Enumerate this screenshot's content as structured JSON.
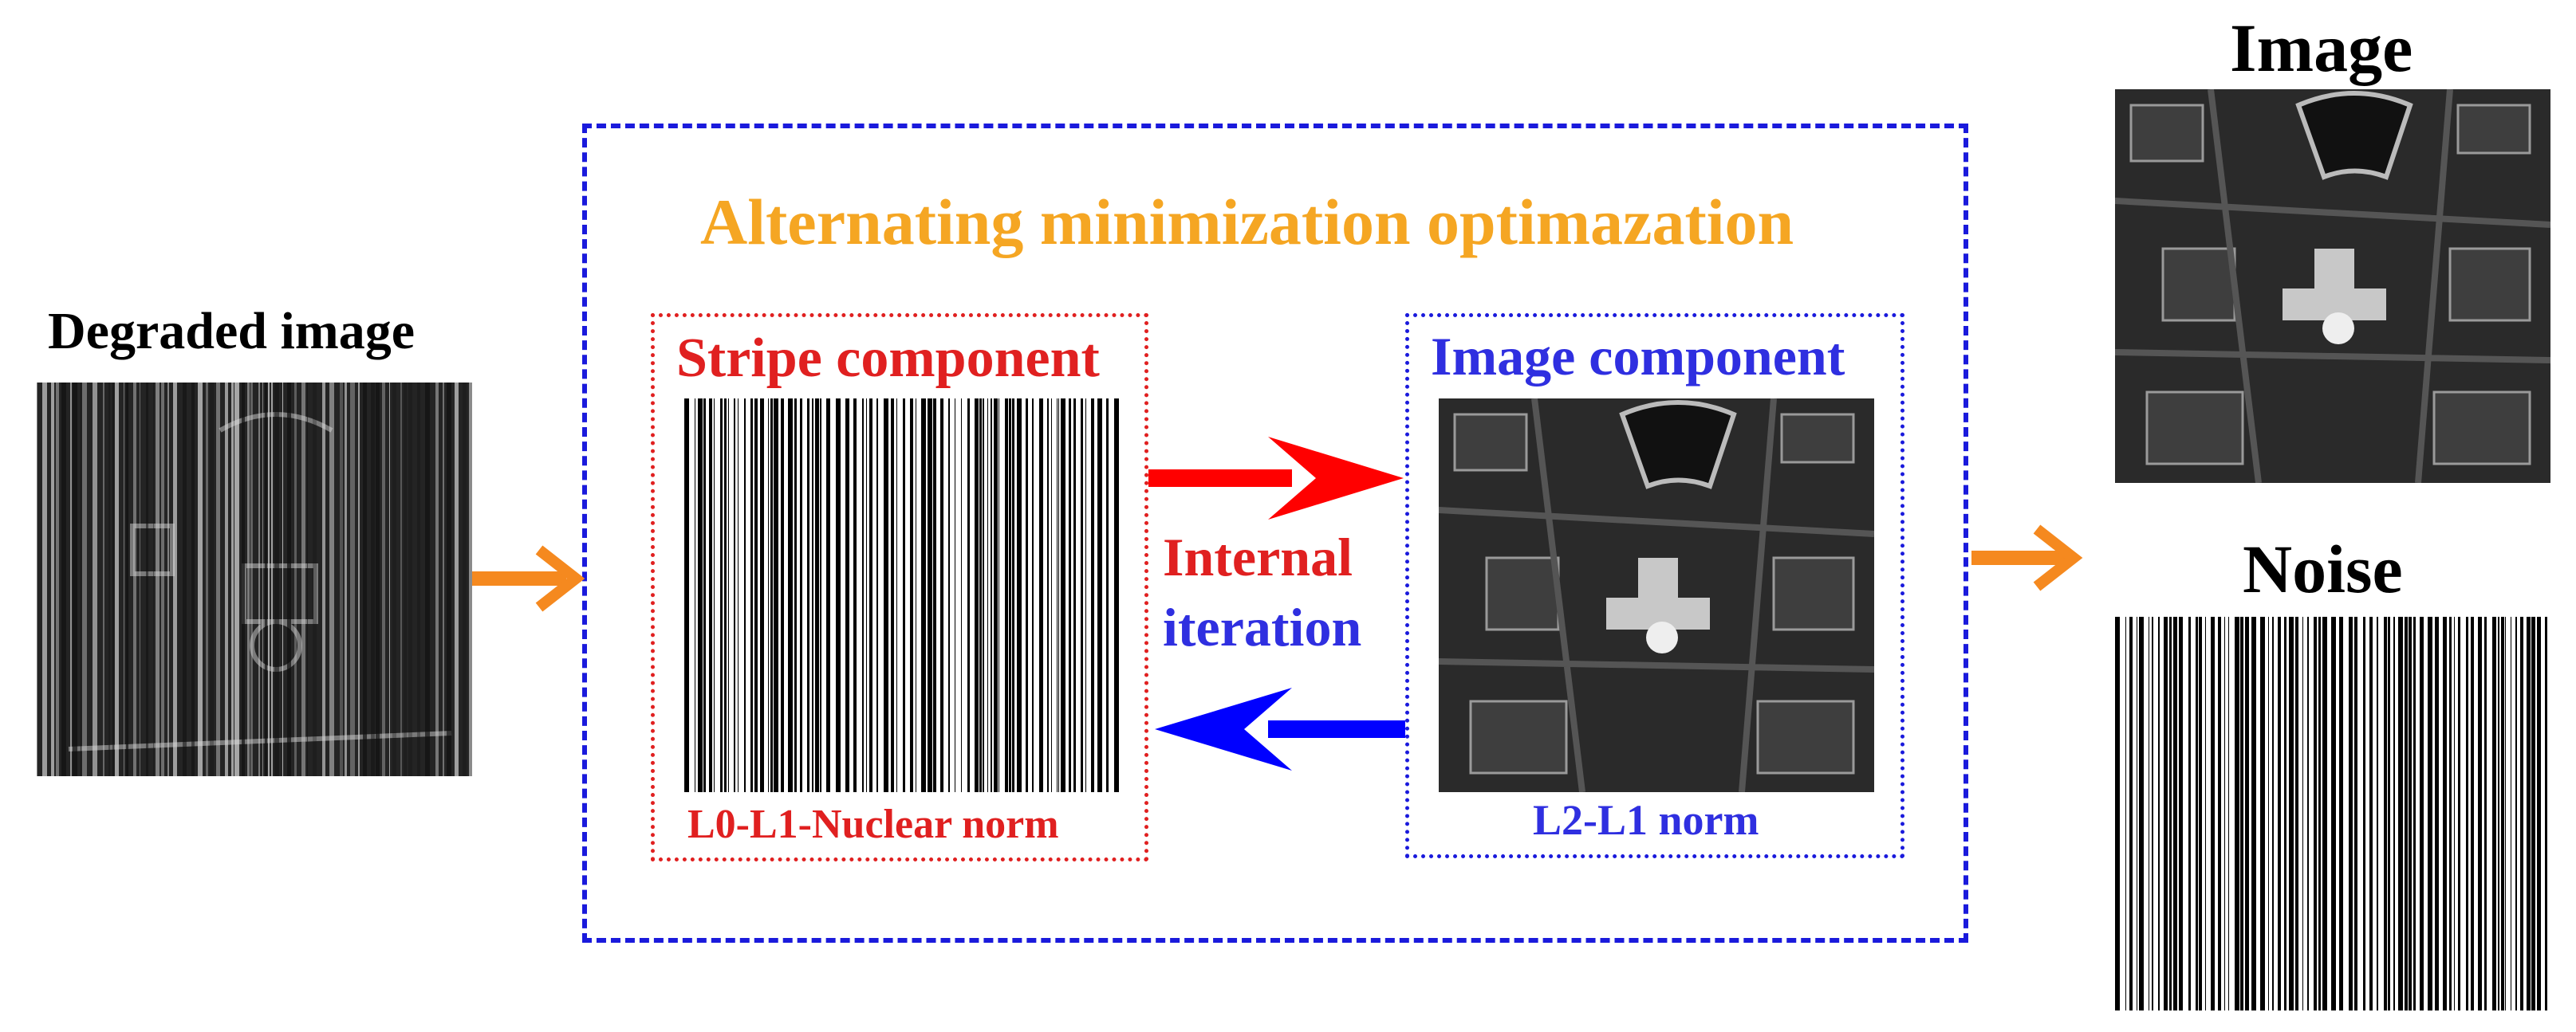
{
  "labels": {
    "degraded_image": "Degraded image",
    "title": "Alternating minimization optimazation",
    "stripe_component": "Stripe component",
    "image_component": "Image component",
    "stripe_norm": "L0-L1-Nuclear norm",
    "image_norm": "L2-L1 norm",
    "internal": "Internal",
    "iteration": "iteration",
    "output_image": "Image",
    "output_noise": "Noise"
  },
  "colors": {
    "title": "#f5a623",
    "stripe": "#e02020",
    "image": "#2f2fe0",
    "dashed_box": "#1a1adc",
    "flow_arrow": "#f5891f",
    "text": "#000000"
  },
  "icons": {
    "flow_arrow": "orange-arrow-right",
    "forward_arrow": "red-double-arrow-right",
    "backward_arrow": "blue-double-arrow-left"
  }
}
